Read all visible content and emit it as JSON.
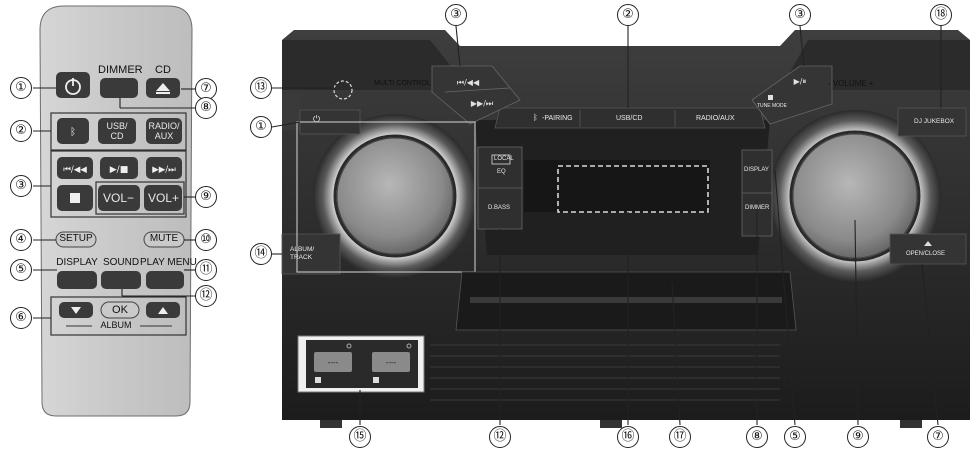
{
  "remote": {
    "dimmer_label": "DIMMER",
    "cd_label": "CD",
    "bt_icon": "bluetooth-icon",
    "usb_cd_label": "USB/\nCD",
    "radio_aux_label": "RADIO/\nAUX",
    "vol_minus_label": "VOL−",
    "vol_plus_label": "VOL+",
    "setup_label": "SETUP",
    "mute_label": "MUTE",
    "display_label": "DISPLAY",
    "sound_label": "SOUND",
    "play_menu_label": "PLAY MENU",
    "ok_label": "OK",
    "album_label": "ALBUM"
  },
  "unit": {
    "multicontrol_label": "MULTI CONTROL",
    "volume_label": "-  VOLUME  +",
    "pairing_label": "-PAIRING",
    "usb_cd_label": "USB/CD",
    "radio_aux_label": "RADIO/AUX",
    "tune_mode_label": "TUNE MODE",
    "dj_jukebox_label": "DJ JUKEBOX",
    "local_label": "LOCAL",
    "eq_label": "EQ",
    "dbass_label": "D.BASS",
    "display_label": "DISPLAY",
    "dimmer_label": "DIMMER",
    "album_track_label": "ALBUM/\nTRACK",
    "open_close_label": "OPEN/CLOSE"
  },
  "callouts": [
    "①",
    "②",
    "③",
    "④",
    "⑤",
    "⑥",
    "⑦",
    "⑧",
    "⑨",
    "⑩",
    "⑪",
    "⑫",
    "⑬",
    "⑭",
    "⑮",
    "⑯",
    "⑰",
    "⑱"
  ]
}
